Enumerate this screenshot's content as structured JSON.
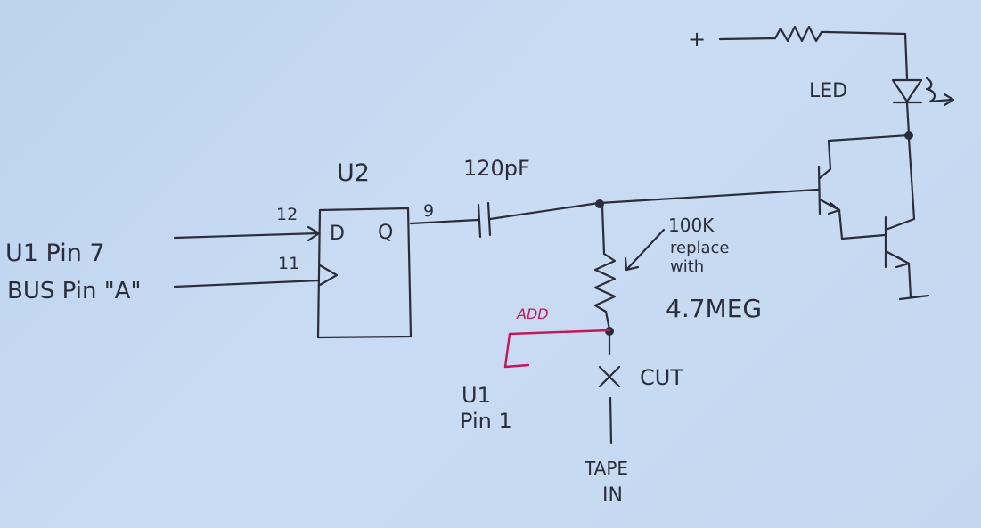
{
  "schematic": {
    "input_label_1": "U1 Pin 7",
    "input_label_2": "BUS Pin \"A\"",
    "pin_12": "12",
    "pin_11": "11",
    "chip_name": "U2",
    "d_label": "D",
    "q_label": "Q",
    "pin_9": "9",
    "capacitor_value": "120pF",
    "resistor_original": "100K",
    "resistor_note_1": "replace",
    "resistor_note_2": "with",
    "resistor_new": "4.7MEG",
    "add_label": "ADD",
    "add_target_1": "U1",
    "add_target_2": "Pin 1",
    "cut_label": "CUT",
    "tape_in_1": "TAPE",
    "tape_in_2": "IN",
    "supply_label": "+",
    "led_label": "LED"
  },
  "colors": {
    "ink": "#2b2d3a",
    "modification": "#c2185b",
    "paper": "#c3d7f0"
  }
}
